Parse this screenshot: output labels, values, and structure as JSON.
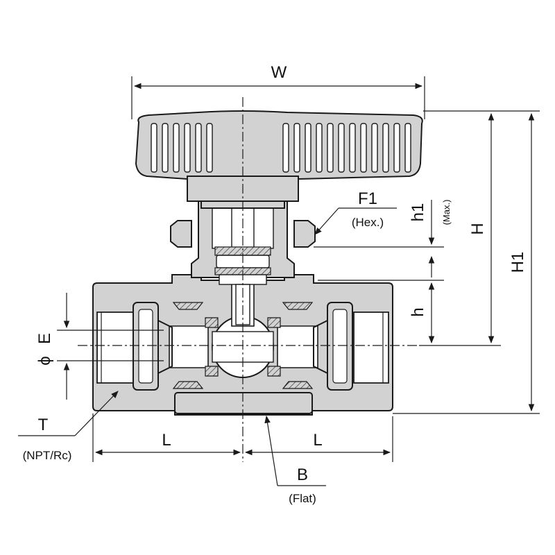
{
  "dimensions": {
    "W": "W",
    "H": "H",
    "H1": "H1",
    "h1": "h1",
    "h1_note": "(Max.)",
    "h": "h",
    "E": "E",
    "E_prefix": "ϕ",
    "F1": "F1",
    "F1_note": "(Hex.)",
    "T": "T",
    "T_note": "(NPT/Rc)",
    "L_left": "L",
    "L_right": "L",
    "B": "B",
    "B_note": "(Flat)"
  }
}
